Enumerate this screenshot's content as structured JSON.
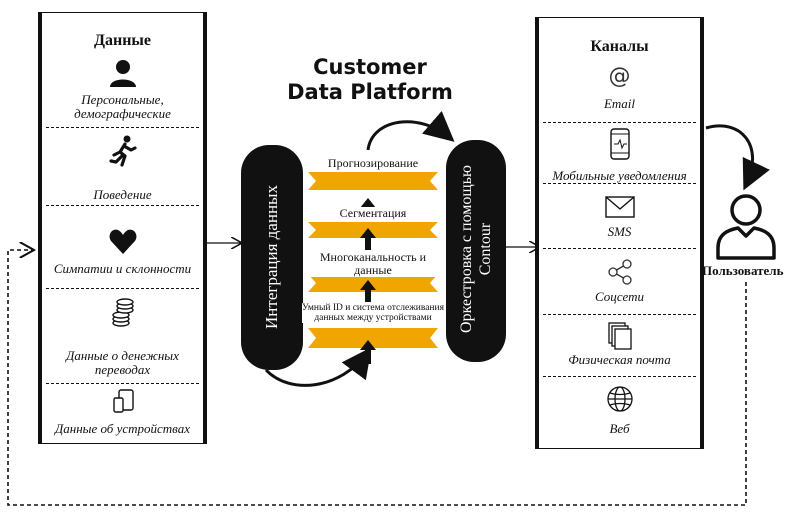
{
  "left_panel": {
    "title": "Данные",
    "items": [
      {
        "icon": "person-icon",
        "label": "Персональные, демографические"
      },
      {
        "icon": "runner-icon",
        "label": "Поведение"
      },
      {
        "icon": "heart-icon",
        "label": "Симпатии и склонности"
      },
      {
        "icon": "coins-icon",
        "label": "Данные о денежных переводах"
      },
      {
        "icon": "devices-icon",
        "label": "Данные об устройствах"
      }
    ]
  },
  "center": {
    "title": "Customer Data Platform",
    "integration_label": "Интеграция данных",
    "orchestration_label": "Оркестровка с помощью Contour",
    "layers": [
      {
        "label": "Прогнозирование"
      },
      {
        "label": "Сегментация"
      },
      {
        "label": "Многоканальность и данные"
      },
      {
        "label": "Умный ID и система отслеживания данных между устройствами"
      }
    ]
  },
  "right_panel": {
    "title": "Каналы",
    "items": [
      {
        "icon": "at-sign-icon",
        "label": "Email"
      },
      {
        "icon": "mobile-phone-icon",
        "label": "Мобильные уведомления"
      },
      {
        "icon": "envelope-icon",
        "label": "SMS"
      },
      {
        "icon": "share-icon",
        "label": "Соцсети"
      },
      {
        "icon": "mail-stack-icon",
        "label": "Физическая почта"
      },
      {
        "icon": "globe-icon",
        "label": "Веб"
      }
    ]
  },
  "user": {
    "icon": "user-icon",
    "label": "Пользователь"
  },
  "colors": {
    "ribbon": "#f0a500",
    "ribbon_dark": "#c98600",
    "ink": "#111111"
  }
}
